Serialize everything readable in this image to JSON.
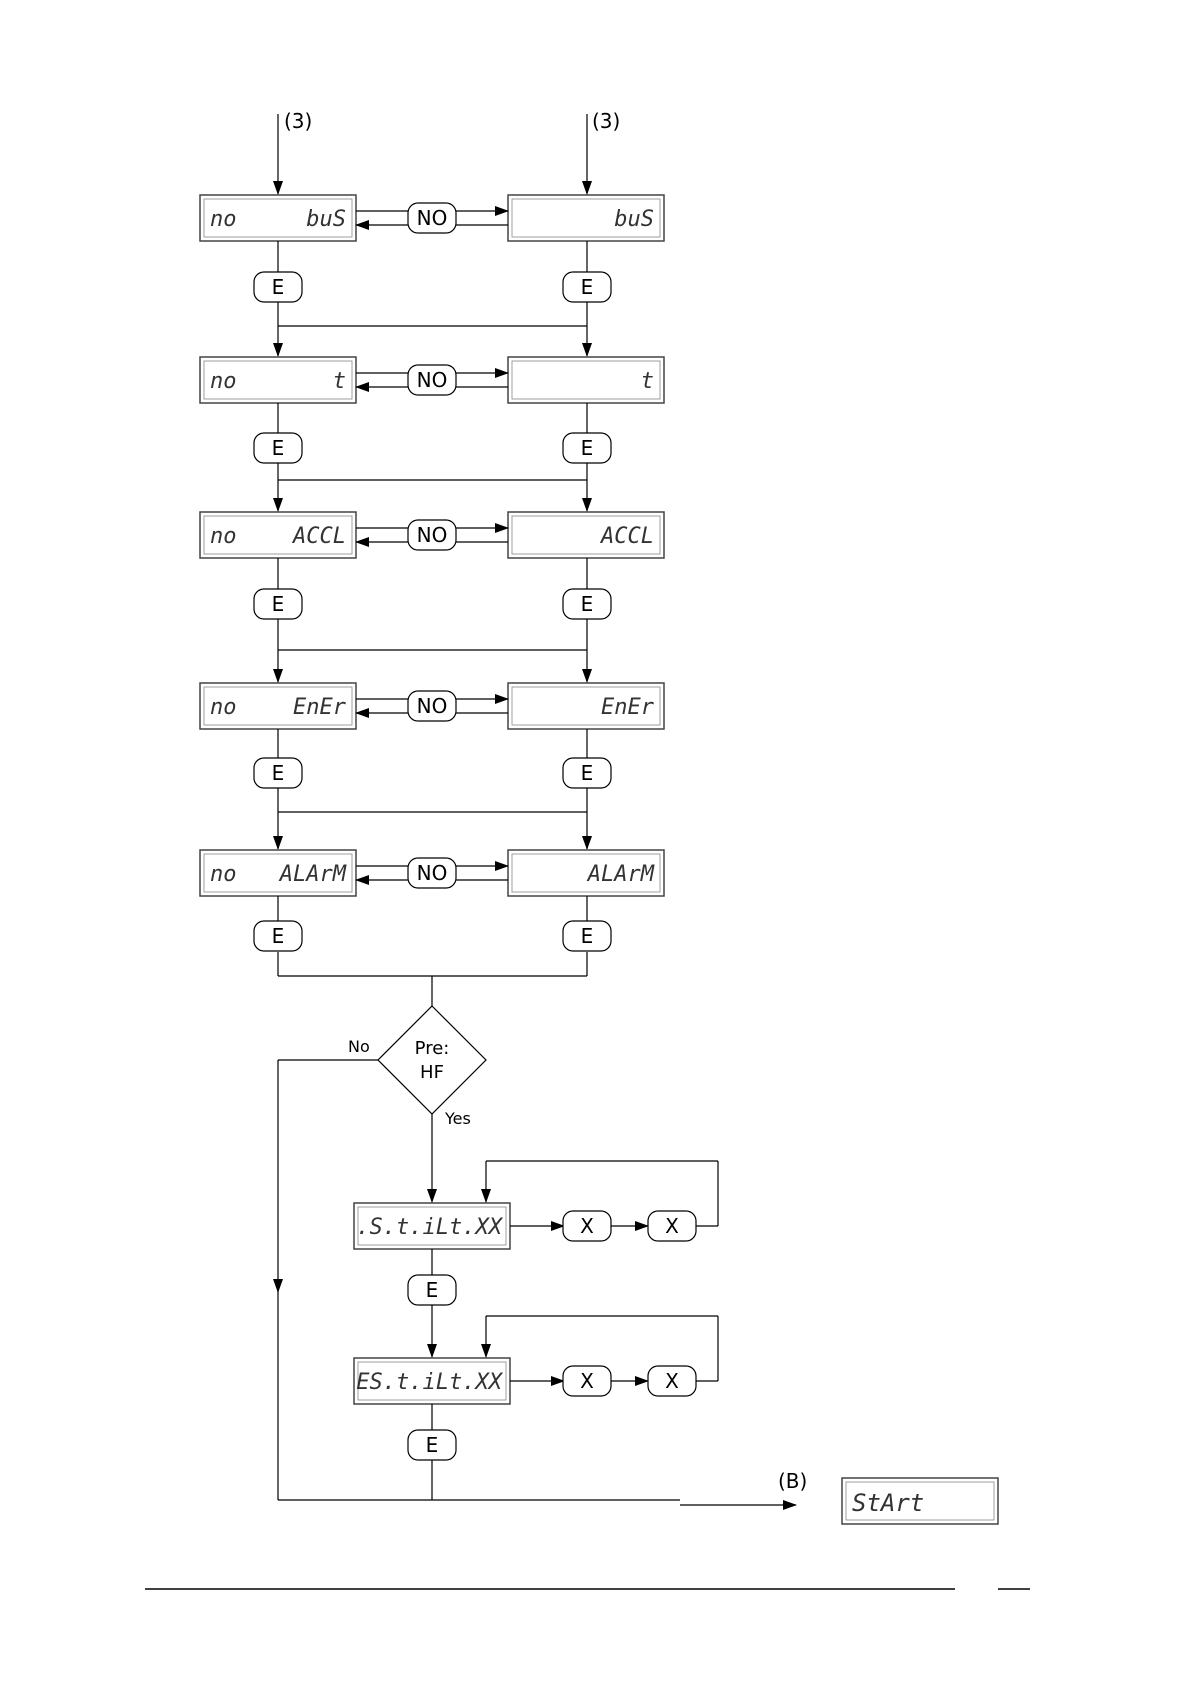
{
  "entry_refs": {
    "left": "(3)",
    "right": "(3)"
  },
  "rows": [
    {
      "left_prefix": "no",
      "left_display": "buS",
      "toggle": "NO",
      "right_display": "buS",
      "enter_left": "E",
      "enter_right": "E"
    },
    {
      "left_prefix": "no",
      "left_display": "t",
      "toggle": "NO",
      "right_display": "t",
      "enter_left": "E",
      "enter_right": "E"
    },
    {
      "left_prefix": "no",
      "left_display": "ACCL",
      "toggle": "NO",
      "right_display": "ACCL",
      "enter_left": "E",
      "enter_right": "E"
    },
    {
      "left_prefix": "no",
      "left_display": "EnEr",
      "toggle": "NO",
      "right_display": "EnEr",
      "enter_left": "E",
      "enter_right": "E"
    },
    {
      "left_prefix": "no",
      "left_display": "ALArM",
      "toggle": "NO",
      "right_display": "ALArM",
      "enter_left": "E",
      "enter_right": "E"
    }
  ],
  "decision": {
    "line1": "Pre:",
    "line2": "HF",
    "no_label": "No",
    "yes_label": "Yes"
  },
  "params": [
    {
      "display": ".S.t.iLt.XX",
      "key1": "X",
      "key2": "X",
      "enter": "E"
    },
    {
      "display": "ES.t.iLt.XX",
      "key1": "X",
      "key2": "X",
      "enter": "E"
    }
  ],
  "exit": {
    "ref": "(B)",
    "display": "StArt"
  },
  "colors": {
    "line": "#000000",
    "box_border": "#444444",
    "lcd_text": "#333333"
  }
}
